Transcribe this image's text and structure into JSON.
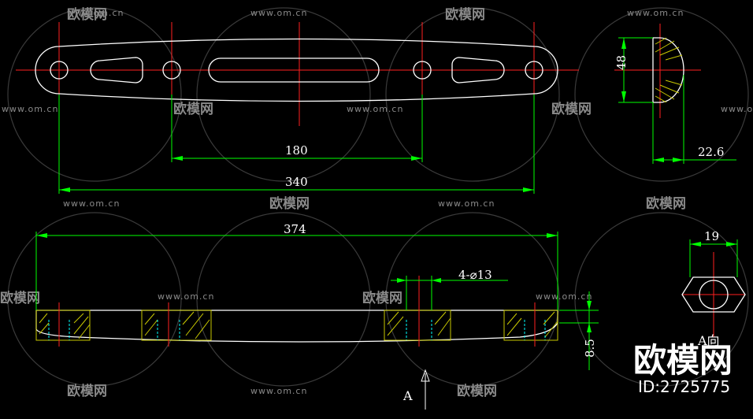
{
  "dimensions": {
    "d180": "180",
    "d340": "340",
    "d374": "374",
    "d48": "48",
    "d22_6": "22.6",
    "d19": "19",
    "d8_5": "8.5",
    "holes": "4-⌀13"
  },
  "labels": {
    "arrow_a": "A",
    "view_a": "A向"
  },
  "watermark": {
    "url": "www.om.cn",
    "logo": "欧模网"
  },
  "brand": {
    "name": "欧模网",
    "id": "ID:2725775"
  },
  "colors": {
    "outline": "#ffffff",
    "center": "#ff2020",
    "dimension": "#00ff00",
    "hatch": "#c8c800"
  }
}
